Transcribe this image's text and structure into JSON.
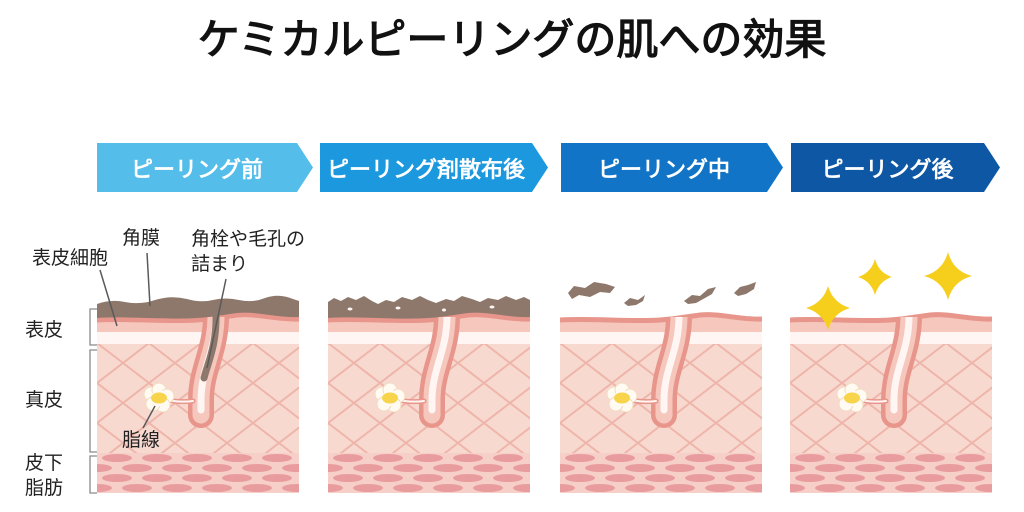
{
  "title": "ケミカルピーリングの肌への効果",
  "steps": [
    {
      "label": "ピーリング前",
      "color": "#55bdea"
    },
    {
      "label": "ピーリング剤散布後",
      "color": "#1b98de"
    },
    {
      "label": "ピーリング中",
      "color": "#1174c6"
    },
    {
      "label": "ピーリング後",
      "color": "#0d57a4"
    }
  ],
  "annotations": {
    "epidermal_cells": "表皮細胞",
    "stratum_corneum": "角膜",
    "pore_clog_line1": "角栓や毛孔の",
    "pore_clog_line2": "詰まり",
    "sebaceous_gland": "脂線"
  },
  "layers": {
    "epidermis": "表皮",
    "dermis": "真皮",
    "subcutaneous_fat_line1": "皮下",
    "subcutaneous_fat_line2": "脂肪"
  },
  "colors": {
    "title_text": "#111111",
    "text": "#222222",
    "keratin": "#8e786c",
    "surface_line": "#e8958b",
    "epidermis": "#f5c7bd",
    "white_band": "#fff5f2",
    "dermis": "#f8d9d0",
    "dermis_lattice": "#eeb5aa",
    "fat_bg": "#f6d0c8",
    "fat_cells": "#e99c9d",
    "gland_shell": "#fffaf2",
    "gland_outline": "#f1dcc0",
    "gland": "#f7d44c",
    "sparkle": "#f6cf1c",
    "pointer_line": "#5a5a5a",
    "bracket_line": "#8a8a8a"
  }
}
